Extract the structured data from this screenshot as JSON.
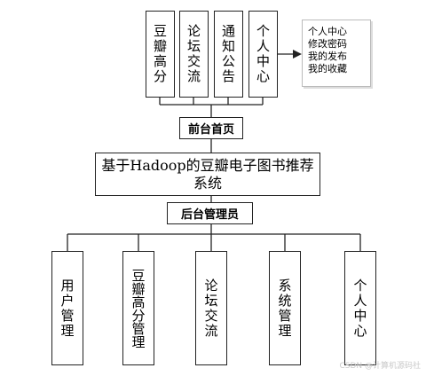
{
  "frontend_modules": [
    "豆瓣高分",
    "论坛交流",
    "通知公告",
    "个人中心"
  ],
  "personal_center_note": [
    "个人中心",
    "修改密码",
    "我的发布",
    "我的收藏"
  ],
  "frontend_home": "前台首页",
  "system_title": "基于Hadoop的豆瓣电子图书推荐系统",
  "backend_admin": "后台管理员",
  "backend_modules": [
    "用户管理",
    "豆瓣高分管理",
    "论坛交流",
    "系统管理",
    "个人中心"
  ],
  "watermark": "CSDN @计算机源码社"
}
